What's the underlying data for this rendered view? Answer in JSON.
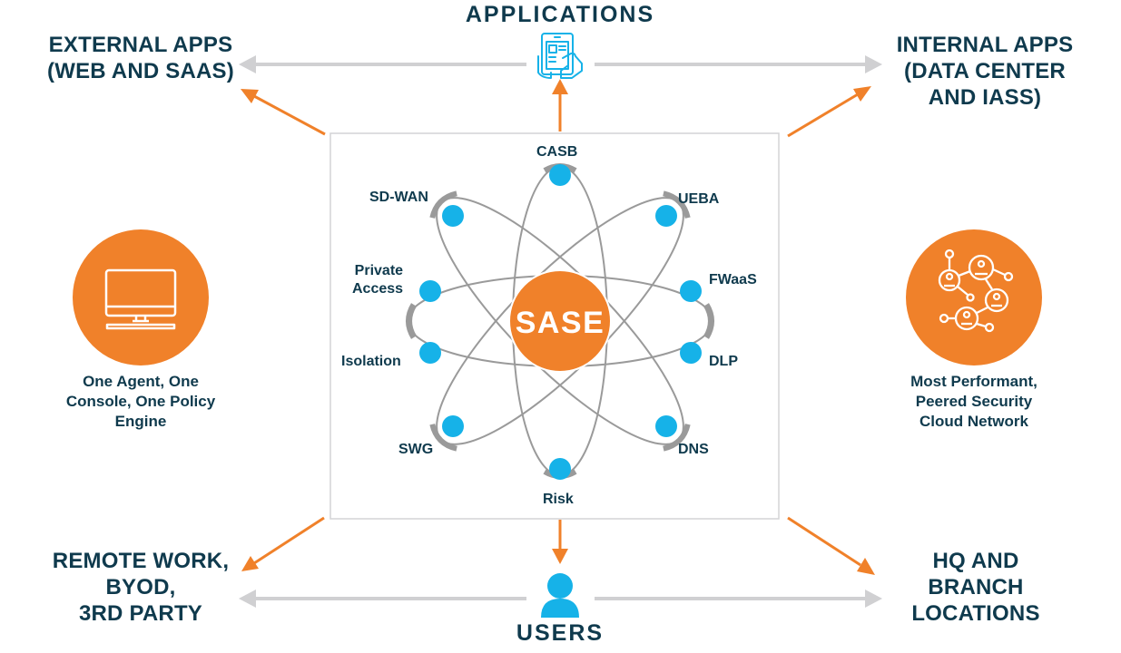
{
  "top_title": "APPLICATIONS",
  "bottom_title": "USERS",
  "corners": {
    "top_left": [
      "EXTERNAL APPS",
      "(WEB AND SAAS)"
    ],
    "top_right": [
      "INTERNAL APPS",
      "(DATA CENTER",
      "AND IASS)"
    ],
    "bottom_left": [
      "REMOTE WORK,",
      "BYOD,",
      "3RD PARTY"
    ],
    "bottom_right": [
      "HQ AND",
      "BRANCH",
      "LOCATIONS"
    ]
  },
  "left_feature": {
    "icon": "desktop-computer-icon",
    "caption": [
      "One Agent, One",
      "Console, One Policy",
      "Engine"
    ]
  },
  "right_feature": {
    "icon": "network-people-icon",
    "caption": [
      "Most Performant,",
      "Peered Security",
      "Cloud Network"
    ]
  },
  "core": {
    "label": "SASE",
    "nodes": {
      "casb": "CASB",
      "ueba": "UEBA",
      "fwaas": "FWaaS",
      "dlp": "DLP",
      "dns": "DNS",
      "risk": "Risk",
      "swg": "SWG",
      "isolation": "Isolation",
      "private_access": [
        "Private",
        "Access"
      ],
      "sd_wan": "SD-WAN"
    }
  },
  "icons": {
    "applications": "tablet-touch-icon",
    "users": "user-icon"
  },
  "colors": {
    "text": "#0f3a4d",
    "orange": "#f0812a",
    "blue": "#16b2e8",
    "gray": "#9a9a9a",
    "light_gray": "#d0d0d2"
  }
}
